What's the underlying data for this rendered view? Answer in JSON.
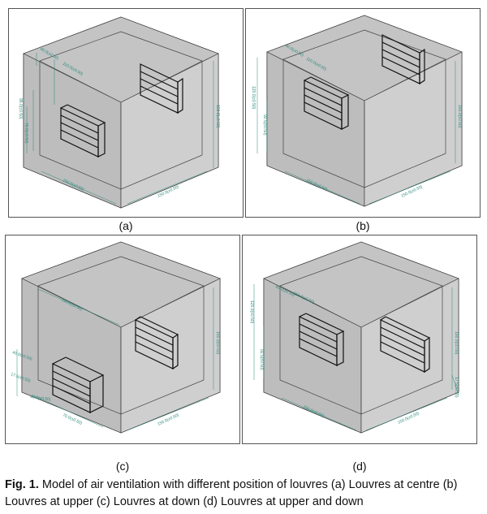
{
  "panels": [
    {
      "label": "(a)",
      "dims": {
        "top_left": "40.0(±0.50)",
        "top_mid": "110.0(±0.50)",
        "side_high": "95.0(±0.50)",
        "side_low": "70.0(±0.50)",
        "right": "150.0(±0.50)",
        "bottom_left": "150.0(±0.50)",
        "bottom_right": "150.0(±0.50)"
      }
    },
    {
      "label": "(b)",
      "dims": {
        "top_left": "40.0(±0.50)",
        "top_mid": "110.0(±0.50)",
        "side_high": "120.0(±0.50)",
        "side_low": "92.5(±0.50)",
        "right": "150.0(±0.50)",
        "bottom_left": "150.0(±0.50)",
        "bottom_right": "150.0(±0.50)"
      }
    },
    {
      "label": "(c)",
      "dims": {
        "top_mid": "150.0(±0.50)",
        "side_high": "40.0(±0.50)",
        "side_low": "17.5(±0.50)",
        "bottom_a": "40.0(±0.50)",
        "bottom_b": "70.0(±0.50)",
        "right": "150.0(±0.50)",
        "bottom_right": "150.0(±0.50)"
      }
    },
    {
      "label": "(d)",
      "dims": {
        "top_left": "40.0(±0.50)",
        "top_mid": "110.0(±0.50)",
        "side_high": "120.0(±0.50)",
        "side_low": "92.5(±0.50)",
        "right": "150.0(±0.50)",
        "right_low": "17.5(±0.50)",
        "bottom_left": "150.0(±0.50)",
        "bottom_right": "150.0(±0.50)"
      }
    }
  ],
  "caption": {
    "fig_label": "Fig. 1.",
    "text": " Model of air ventilation with different position of louvres (a) Louvres at centre (b) Louvres at upper (c) Louvres at down (d) Louvres at upper and down"
  }
}
